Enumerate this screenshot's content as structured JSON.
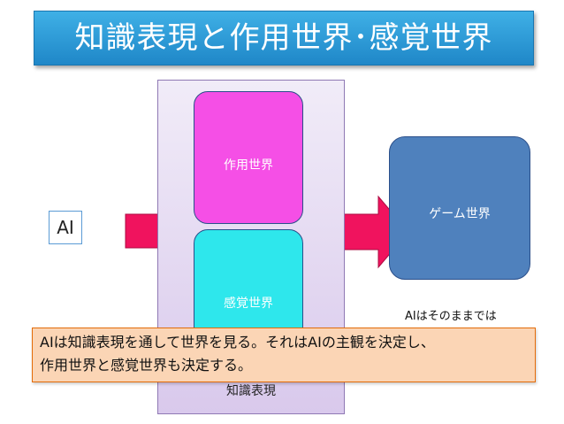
{
  "title": "知識表現と作用世界･感覚世界",
  "knowledge_panel": {
    "label": "知識表現"
  },
  "sakuyo_world": {
    "label": "作用世界"
  },
  "kankaku_world": {
    "label": "感覚世界"
  },
  "game_world": {
    "label": "ゲーム世界"
  },
  "ai_box": {
    "label": "AI"
  },
  "ai_note": "AIはそのままでは",
  "callout": {
    "line1": "AIは知識表現を通して世界を見る。それはAIの主観を決定し、",
    "line2": "作用世界と感覚世界も決定する。"
  },
  "colors": {
    "title_banner": "#2a9ad9",
    "knowledge_panel": "#e6dcf2",
    "sakuyo_world": "#f54fe6",
    "kankaku_world": "#2ee7ec",
    "game_world": "#4f81bd",
    "arrow": "#f0135e",
    "callout_fill": "#fbd5b5",
    "callout_border": "#e36c09"
  }
}
